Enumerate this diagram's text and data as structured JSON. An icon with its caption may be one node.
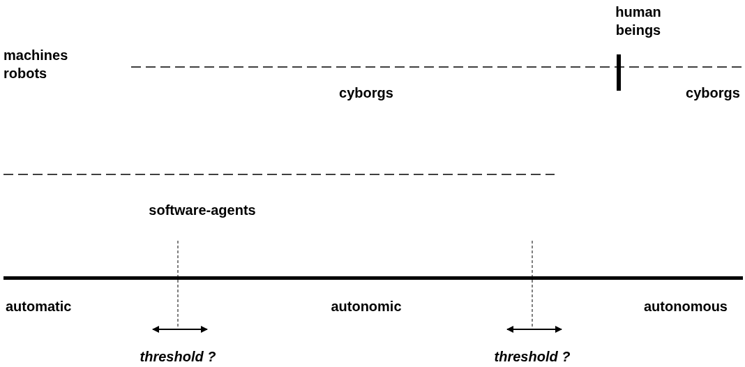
{
  "diagram": {
    "labels": [
      "human beings",
      "machines robots",
      "cyborgs",
      "cyborgs",
      "software-agents",
      "automatic",
      "autonomic",
      "autonomous",
      "threshold ?",
      "threshold ?"
    ]
  }
}
